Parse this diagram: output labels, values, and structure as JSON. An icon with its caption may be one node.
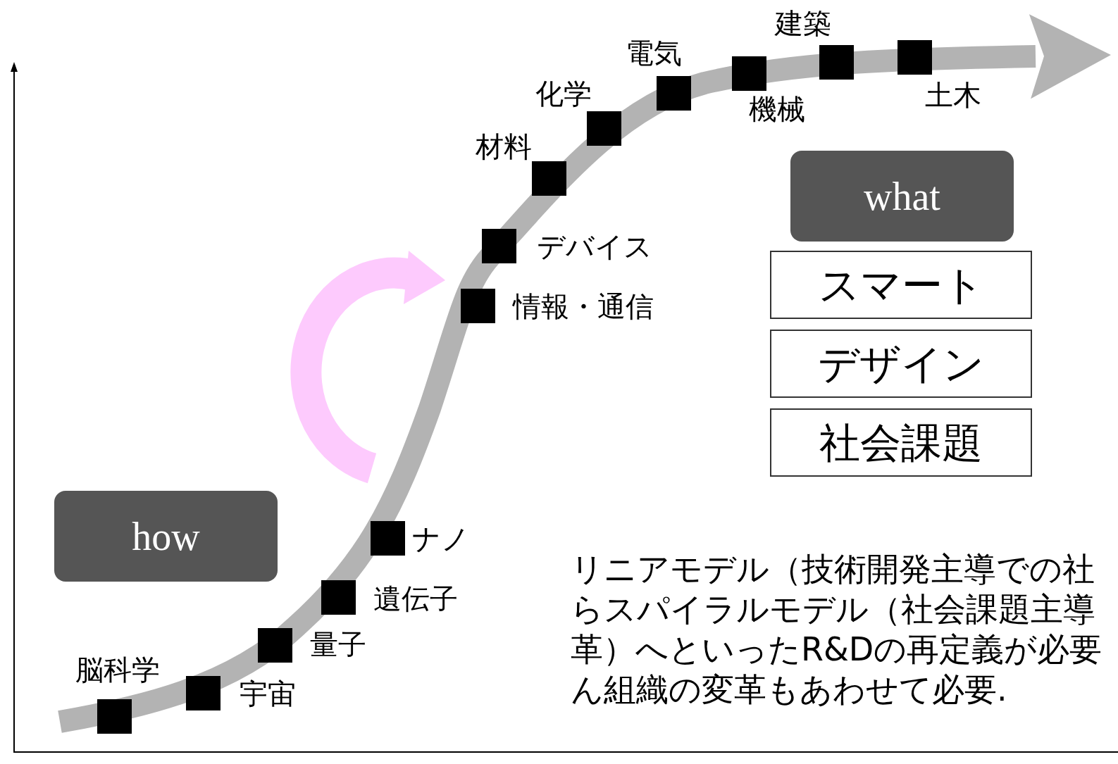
{
  "diagram": {
    "nodes": [
      {
        "text": [
          "how"
        ]
      },
      {
        "text": [
          "what"
        ]
      },
      {
        "text": [
          "スマート"
        ]
      },
      {
        "text": [
          "デザイン"
        ]
      },
      {
        "text": [
          "社会課題"
        ]
      },
      {
        "text": [],
        "shape": "box",
        "beside": [
          "脳科学"
        ]
      },
      {
        "text": [],
        "shape": "box",
        "beside": [
          "宇宙"
        ]
      },
      {
        "text": [],
        "shape": "box",
        "beside": [
          "量子"
        ]
      },
      {
        "text": [],
        "shape": "box",
        "beside": [
          "遺伝子"
        ]
      },
      {
        "text": [],
        "shape": "box",
        "beside": [
          "ナノ"
        ]
      },
      {
        "text": [],
        "shape": "box",
        "beside": [
          "情報・通信"
        ]
      },
      {
        "text": [],
        "shape": "box",
        "beside": [
          "デバイス"
        ]
      },
      {
        "text": [],
        "shape": "box",
        "beside": [
          "材料"
        ]
      },
      {
        "text": [],
        "shape": "box",
        "beside": [
          "化学"
        ]
      },
      {
        "text": [],
        "shape": "box",
        "beside": [
          "電気"
        ]
      },
      {
        "text": [],
        "shape": "box",
        "beside": [
          "機械"
        ]
      },
      {
        "text": [],
        "shape": "box",
        "beside": [
          "建築"
        ]
      },
      {
        "text": [],
        "shape": "box",
        "beside": [
          "土木"
        ]
      }
    ],
    "labels": [
      "リニアモデル（技術開発主導での社らスパイラルモデル（社会課題主導革）へといったR&Dの再定義が必要ん組織の変革もあわせて必要."
    ]
  }
}
